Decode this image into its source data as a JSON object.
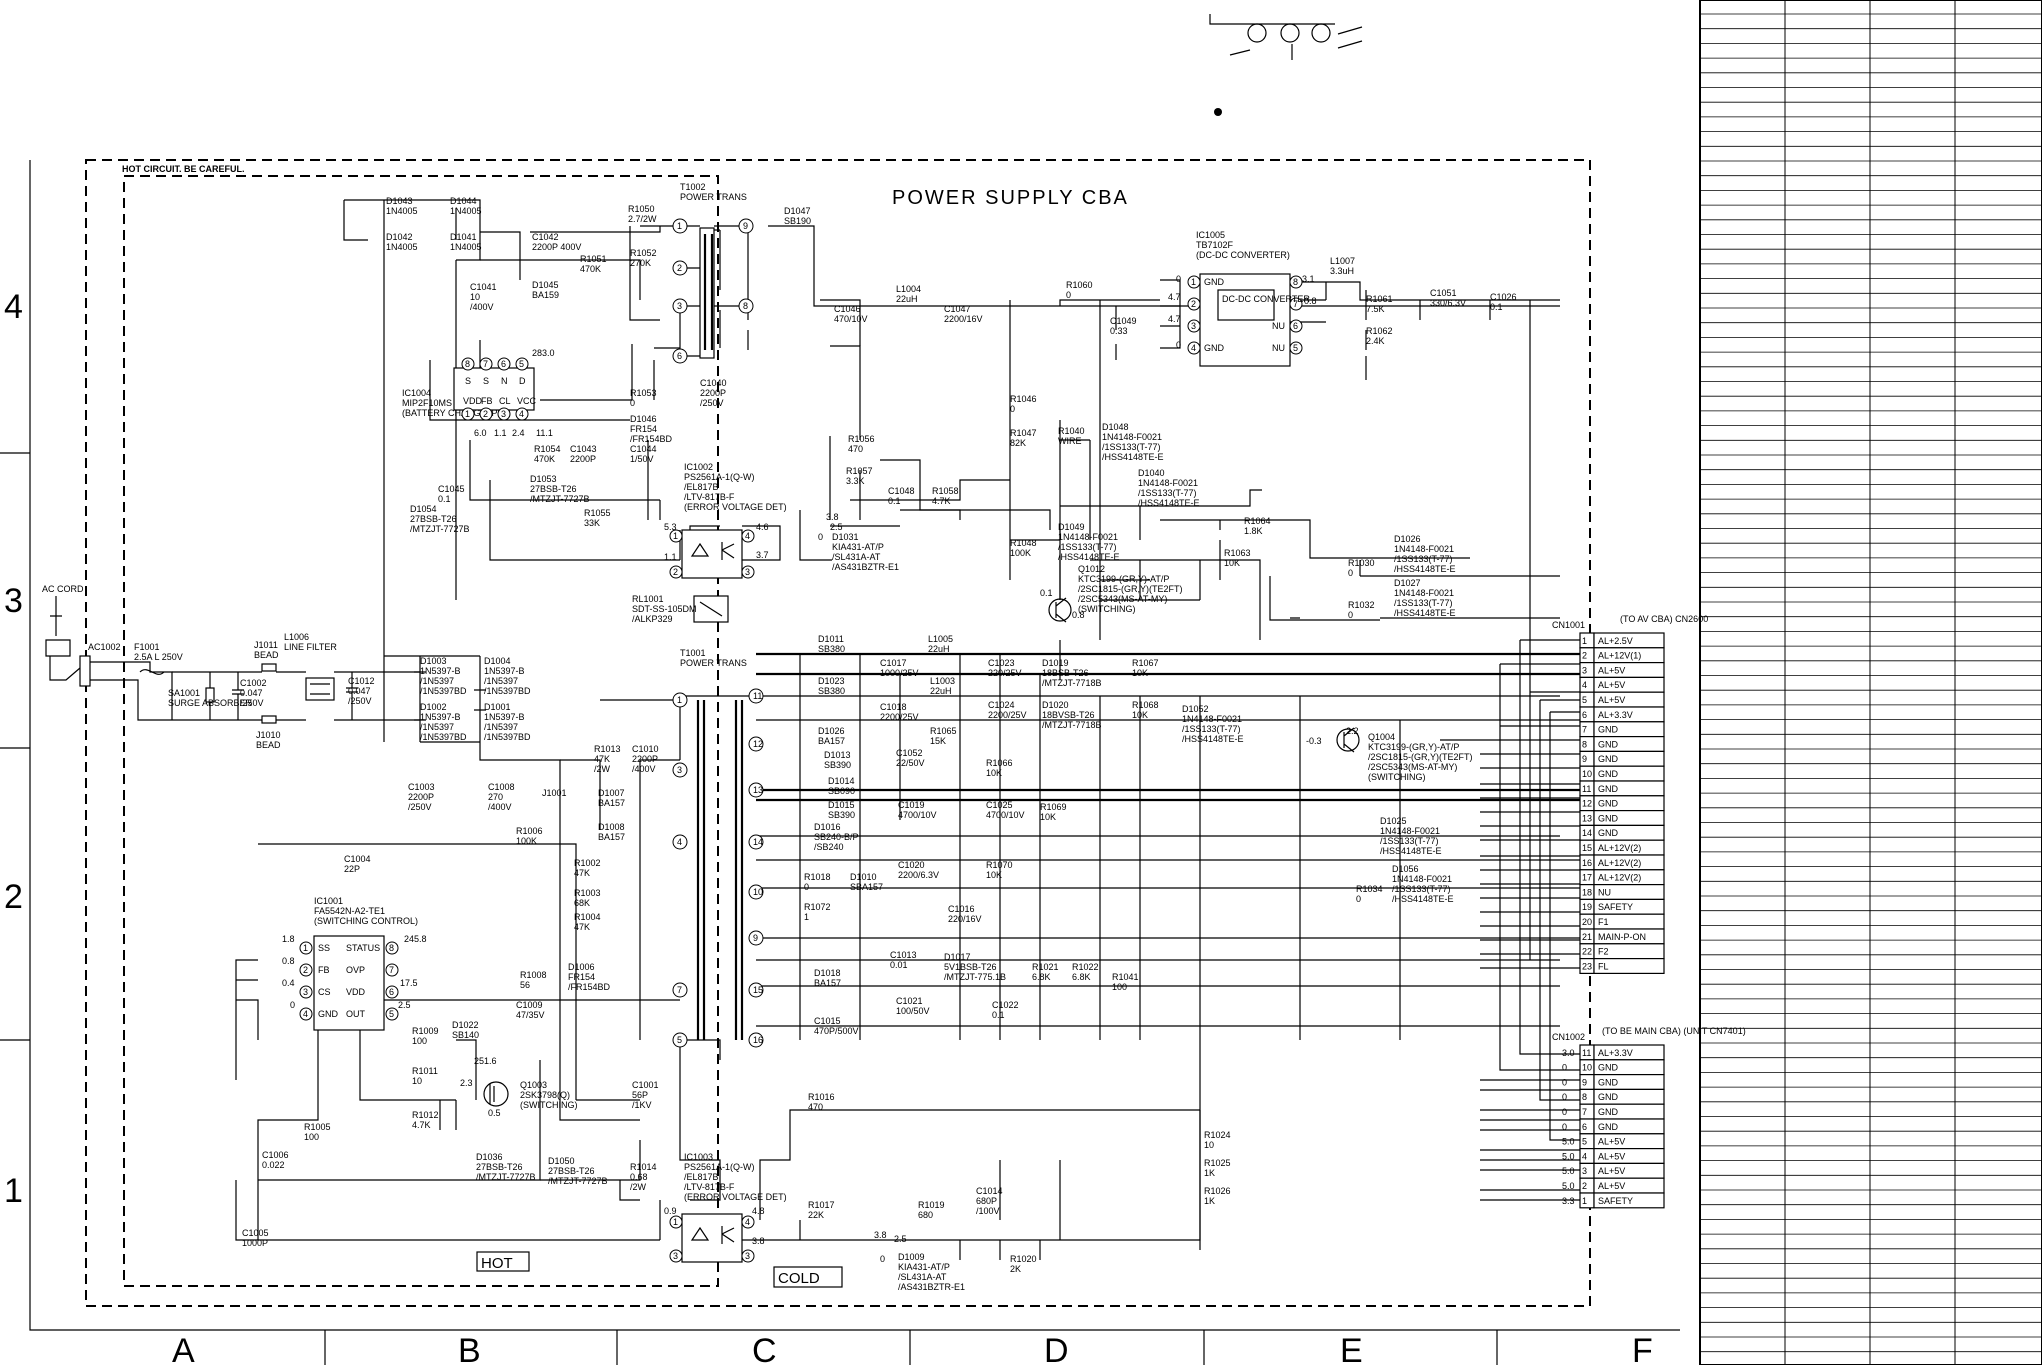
{
  "title": "POWER SUPPLY CBA",
  "warning": "HOT CIRCUIT. BE CAREFUL.",
  "zones": {
    "hot": "HOT",
    "cold": "COLD"
  },
  "grid_columns": [
    "A",
    "B",
    "C",
    "D",
    "E",
    "F"
  ],
  "grid_rows": [
    "4",
    "3",
    "2",
    "1"
  ],
  "ac_cord": "AC CORD",
  "ac_connector": "AC1002",
  "components": {
    "f1001": "F1001 2.5A L 250V",
    "sa1001": "SA1001 SURGE ABSORBER",
    "c1002": "C1002 0.047 /250V",
    "j1011": "J1011 BEAD",
    "j1010": "J1010 BEAD",
    "l1006": "L1006 LINE FILTER",
    "c1012": "C1012 0.047 /250V",
    "d1043": "D1043 1N4005",
    "d1044": "D1044 1N4005",
    "d1042": "D1042 1N4005",
    "d1041": "D1041 1N4005",
    "c1041": "C1041 10 /400V",
    "c1042": "C1042 2200P 400V",
    "r1051": "R1051 470K",
    "d1045": "D1045 BA159",
    "r1050": "R1050 2.7/2W",
    "r1052": "R1052 270K",
    "t1002": "T1002 POWER TRANS",
    "d1047": "D1047 SB190",
    "ic1004": "IC1004 MIP2F10MS (BATTERY CHARGE IPD)",
    "r1053": "R1053 0",
    "c1040": "C1040 2200P /250V",
    "d1046": "D1046 FR154 /FR154BD",
    "r1054": "R1054 470K",
    "c1043": "C1043 2200P",
    "c1044": "C1044 1/50V",
    "c1045": "C1045 0.1",
    "d1053": "D1053 27BSB-T26 /MTZJT-7727B",
    "d1054": "D1054 27BSB-T26 /MTZJT-7727B",
    "r1055": "R1055 33K",
    "ic1002": "IC1002 PS2561A-1(Q-W) /EL817B /LTV-817B-F (ERROR VOLTAGE DET)",
    "r1056": "R1056 470",
    "r1057": "R1057 3.3K",
    "c1046": "C1046 470/10V",
    "l1004": "L1004 22uH",
    "c1047": "C1047 2200/16V",
    "r1060": "R1060 0",
    "c1049": "C1049 0.33",
    "ic1005": "IC1005 TB7102F (DC-DC CONVERTER)",
    "l1007": "L1007 3.3uH",
    "r1061": "R1061 7.5K",
    "r1062": "R1062 2.4K",
    "c1051": "C1051 330/6.3V",
    "c1026": "C1026 0.1",
    "r1046": "R1046 0",
    "r1047": "R1047 82K",
    "r1040": "R1040 WIRE",
    "d1048": "D1048 1N4148-F0021 /1SS133(T-77) /HSS4148TE-E",
    "c1048": "C1048 0.1",
    "r1058": "R1058 4.7K",
    "d1040": "D1040 1N4148-F0021 /1SS133(T-77) /HSS4148TE-E",
    "d1031": "D1031 KIA431-AT/P /SL431A-AT /AS431BZTR-E1",
    "r1048": "R1048 100K",
    "d1049": "D1049 1N4148-F0021 /1SS133(T-77) /HSS4148TE-E",
    "r1064": "R1064 1.8K",
    "r1063": "R1063 10K",
    "q1012": "Q1012 KTC3199-(GR,Y)-AT/P /2SC1815-(GR,Y)(TE2FT) /2SC5343(MS-AT-MY) (SWITCHING)",
    "r1030": "R1030 0",
    "d1026": "D1026 1N4148-F0021 /1SS133(T-77) /HSS4148TE-E",
    "r1032": "R1032 0",
    "d1027": "D1027 1N4148-F0021 /1SS133(T-77) /HSS4148TE-E",
    "rl1001": "RL1001 SDT-SS-105DM /ALKP329",
    "t1001": "T1001 POWER TRANS",
    "d1011": "D1011 SB380",
    "l1005": "L1005 22uH",
    "c1017": "C1017 1000/25V",
    "c1023": "C1023 220/25V",
    "d1019": "D1019 18BSB-T26 /MTZJT-7718B",
    "r1067": "R1067 10K",
    "d1023": "D1023 SB380",
    "l1003": "L1003 22uH",
    "c1018": "C1018 2200/25V",
    "c1024": "C1024 2200/25V",
    "d1020": "D1020 18BVSB-T26 /MTZJT-7718B",
    "r1068": "R1068 10K",
    "d1052": "D1052 1N4148-F0021 /1SS133(T-77) /HSS4148TE-E",
    "q1004": "Q1004 KTC3199-(GR,Y)-AT/P /2SC1815-(GR,Y)(TE2FT) /2SC5343(MS-AT-MY) (SWITCHING)",
    "d1003": "D1003 1N5397-B /1N5397 /1N5397BD",
    "d1004": "D1004 1N5397-B /1N5397 /1N5397BD",
    "d1002": "D1002 1N5397-B /1N5397 /1N5397BD",
    "d1001": "D1001 1N5397-B /1N5397 /1N5397BD",
    "r1013": "R1013 47K /2W",
    "c1010": "C1010 2200P /400V",
    "d1007": "D1007 BA157",
    "d1008": "D1008 BA157",
    "j1001": "J1001",
    "c1003": "C1003 2200P /250V",
    "c1008": "C1008 270 /400V",
    "d1026b": "D1026 BA157",
    "r1065": "R1065 15K",
    "d1013": "D1013 SB390",
    "d1014": "D1014 SB090",
    "d1015": "D1015 SB390",
    "c1052": "C1052 22/50V",
    "r1066": "R1066 10K",
    "c1019": "C1019 4700/10V",
    "c1025": "C1025 4700/10V",
    "r1069": "R1069 10K",
    "d1016": "D1016 SB240-B/P /SB240",
    "d1025": "D1025 1N4148-F0021 /1SS133(T-77) /HSS4148TE-E",
    "r1006": "R1006 100K",
    "c1004": "C1004 22P",
    "r1002": "R1002 47K",
    "r1003": "R1003 68K",
    "r1004": "R1004 47K",
    "ic1001": "IC1001 FA5542N-A2-TE1 (SWITCHING CONTROL)",
    "r1018": "R1018 0",
    "d1010": "D1010 SBA157",
    "c1020": "C1020 2200/6.3V",
    "r1070": "R1070 10K",
    "r1072": "R1072 1",
    "c1016": "C1016 220/16V",
    "r1034": "R1034 0",
    "d1056": "D1056 1N4148-F0021 /1SS133(T-77) /HSS4148TE-E",
    "d1006": "D1006 FR154 /FR154BD",
    "r1008": "R1008 56",
    "c1009": "C1009 47/35V",
    "c1013": "C1013 0.01",
    "d1017": "D1017 5V1BSB-T26 /MTZJT-775.1B",
    "r1021": "R1021 6.8K",
    "r1022": "R1022 6.8K",
    "d1018": "D1018 BA157",
    "r1041": "R1041 100",
    "r1009": "R1009 100",
    "d1022": "D1022 SB140",
    "c1015": "C1015 470P/500V",
    "c1021": "C1021 100/50V",
    "c1022": "C1022 0.1",
    "r1011": "R1011 10",
    "q1003": "Q1003 2SK3798(Q) (SWITCHING)",
    "r1012": "R1012 4.7K",
    "c1001": "C1001 56P /1KV",
    "r1016": "R1016 470",
    "r1005": "R1005 100",
    "c1006": "C1006 0.022",
    "d1036": "D1036 27BSB-T26 /MTZJT-7727B",
    "d1050": "D1050 27BSB-T26 /MTZJT-7727B",
    "r1014": "R1014 0.68 /2W",
    "ic1003": "IC1003 PS2561A-1(Q-W) /EL817B /LTV-817B-F (ERROR VOLTAGE DET)",
    "r1024": "R1024 10",
    "r1025": "R1025 1K",
    "r1026": "R1026 1K",
    "r1017": "R1017 22K",
    "r1019": "R1019 680",
    "c1014": "C1014 680P /100V",
    "c1005": "C1005 1000P",
    "d1009": "D1009 KIA431-AT/P /SL431A-AT /AS431BZTR-E1",
    "r1020": "R1020 2K"
  },
  "ic1001_pins": {
    "left": [
      "SS",
      "FB",
      "CS",
      "GND"
    ],
    "right": [
      "STATUS",
      "OVP",
      "VDD",
      "OUT"
    ]
  },
  "ic1005_pins": {
    "left": [
      "GND",
      "",
      "",
      "GND"
    ],
    "right": [
      "",
      "",
      "NU",
      "NU"
    ],
    "core": "DC-DC CONVERTER"
  },
  "ic1004_pins": {
    "top": [
      "S",
      "S",
      "N",
      "D"
    ],
    "bottom": [
      "VDD",
      "FB",
      "CL",
      "VCC"
    ]
  },
  "voltages": {
    "v283": "283.0",
    "v60": "6.0",
    "v11": "1.1",
    "v244": "2.4",
    "v111": "11.1",
    "v53": "5.3",
    "v46": "4.6",
    "v11b": "1.1",
    "v37": "3.7",
    "v38": "3.8",
    "v25": "2.5",
    "v0a": "0",
    "v01": "0.1",
    "v08": "0.8",
    "v31": "3.1",
    "v08b": "0.8",
    "v47a": "4.7",
    "v47b": "4.7",
    "v0b": "0",
    "v0c": "0",
    "v22": "2.2",
    "vm03": "-0.3",
    "v18": "1.8",
    "v08c": "0.8",
    "v04": "0.4",
    "v0d": "0",
    "v2458": "245.8",
    "v175": "17.5",
    "v25b": "2.5",
    "v2516": "251.6",
    "v23": "2.3",
    "v05": "0.5",
    "v09": "0.9",
    "v48": "4.8",
    "v38b": "3.8",
    "v25c": "2.5",
    "v38c": "3.8",
    "v0e": "0"
  },
  "cn1001": {
    "name": "CN1001",
    "destination": "(TO AV CBA) CN2600",
    "pins": [
      {
        "no": "1",
        "label": "AL+2.5V"
      },
      {
        "no": "2",
        "label": "AL+12V(1)"
      },
      {
        "no": "3",
        "label": "AL+5V"
      },
      {
        "no": "4",
        "label": "AL+5V"
      },
      {
        "no": "5",
        "label": "AL+5V"
      },
      {
        "no": "6",
        "label": "AL+3.3V"
      },
      {
        "no": "7",
        "label": "GND"
      },
      {
        "no": "8",
        "label": "GND"
      },
      {
        "no": "9",
        "label": "GND"
      },
      {
        "no": "10",
        "label": "GND"
      },
      {
        "no": "11",
        "label": "GND"
      },
      {
        "no": "12",
        "label": "GND"
      },
      {
        "no": "13",
        "label": "GND"
      },
      {
        "no": "14",
        "label": "GND"
      },
      {
        "no": "15",
        "label": "AL+12V(2)"
      },
      {
        "no": "16",
        "label": "AL+12V(2)"
      },
      {
        "no": "17",
        "label": "AL+12V(2)"
      },
      {
        "no": "18",
        "label": "NU"
      },
      {
        "no": "19",
        "label": "SAFETY"
      },
      {
        "no": "20",
        "label": "F1"
      },
      {
        "no": "21",
        "label": "MAIN-P-ON"
      },
      {
        "no": "22",
        "label": "F2"
      },
      {
        "no": "23",
        "label": "FL"
      }
    ]
  },
  "cn1002": {
    "name": "CN1002",
    "destination": "(TO BE MAIN CBA) (UNIT CN7401)",
    "pins": [
      {
        "no": "11",
        "label": "AL+3.3V",
        "v": "3.0"
      },
      {
        "no": "10",
        "label": "GND",
        "v": "0"
      },
      {
        "no": "9",
        "label": "GND",
        "v": "0"
      },
      {
        "no": "8",
        "label": "GND",
        "v": "0"
      },
      {
        "no": "7",
        "label": "GND",
        "v": "0"
      },
      {
        "no": "6",
        "label": "GND",
        "v": "0"
      },
      {
        "no": "5",
        "label": "AL+5V",
        "v": "5.0"
      },
      {
        "no": "4",
        "label": "AL+5V",
        "v": "5.0"
      },
      {
        "no": "3",
        "label": "AL+5V",
        "v": "5.0"
      },
      {
        "no": "2",
        "label": "AL+5V",
        "v": "5.0"
      },
      {
        "no": "1",
        "label": "SAFETY",
        "v": "3.3"
      }
    ]
  }
}
